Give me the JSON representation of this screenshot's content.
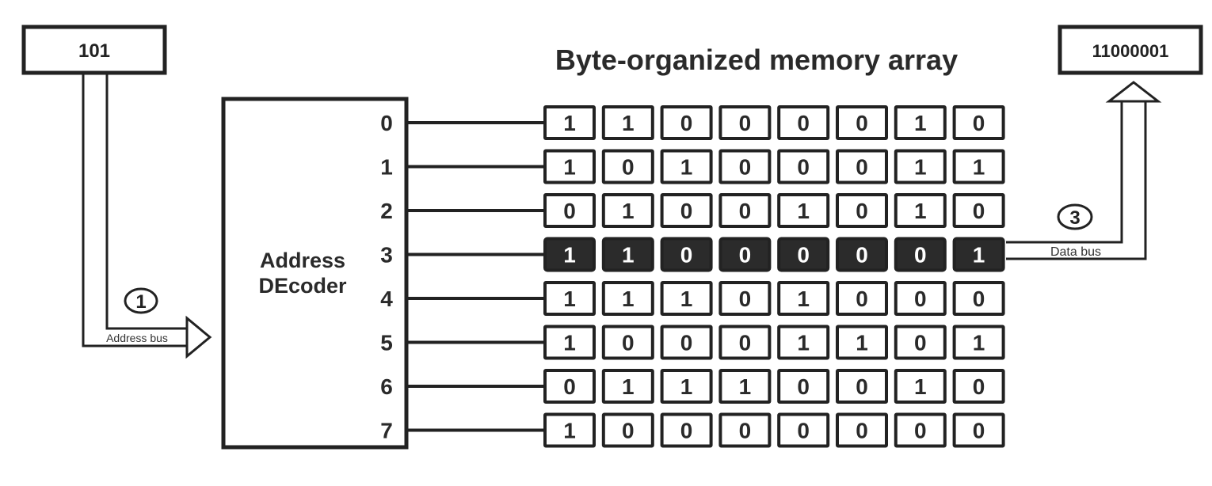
{
  "title": "Byte-organized memory array",
  "address_input": "101",
  "data_output": "11000001",
  "decoder_label_line1": "Address",
  "decoder_label_line2": "DEcoder",
  "address_bus_label": "Address bus",
  "data_bus_label": "Data bus",
  "step_address": "1",
  "step_data": "3",
  "selected_row": 3,
  "rows": [
    {
      "label": "0",
      "bits": [
        "1",
        "1",
        "0",
        "0",
        "0",
        "0",
        "1",
        "0"
      ]
    },
    {
      "label": "1",
      "bits": [
        "1",
        "0",
        "1",
        "0",
        "0",
        "0",
        "1",
        "1"
      ]
    },
    {
      "label": "2",
      "bits": [
        "0",
        "1",
        "0",
        "0",
        "1",
        "0",
        "1",
        "0"
      ]
    },
    {
      "label": "3",
      "bits": [
        "1",
        "1",
        "0",
        "0",
        "0",
        "0",
        "0",
        "1"
      ]
    },
    {
      "label": "4",
      "bits": [
        "1",
        "1",
        "1",
        "0",
        "1",
        "0",
        "0",
        "0"
      ]
    },
    {
      "label": "5",
      "bits": [
        "1",
        "0",
        "0",
        "0",
        "1",
        "1",
        "0",
        "1"
      ]
    },
    {
      "label": "6",
      "bits": [
        "0",
        "1",
        "1",
        "1",
        "0",
        "0",
        "1",
        "0"
      ]
    },
    {
      "label": "7",
      "bits": [
        "1",
        "0",
        "0",
        "0",
        "0",
        "0",
        "0",
        "0"
      ]
    }
  ],
  "colors": {
    "line": "#222222",
    "highlight_fill": "#2b2b2b",
    "highlight_text": "#ffffff",
    "background": "#ffffff"
  }
}
